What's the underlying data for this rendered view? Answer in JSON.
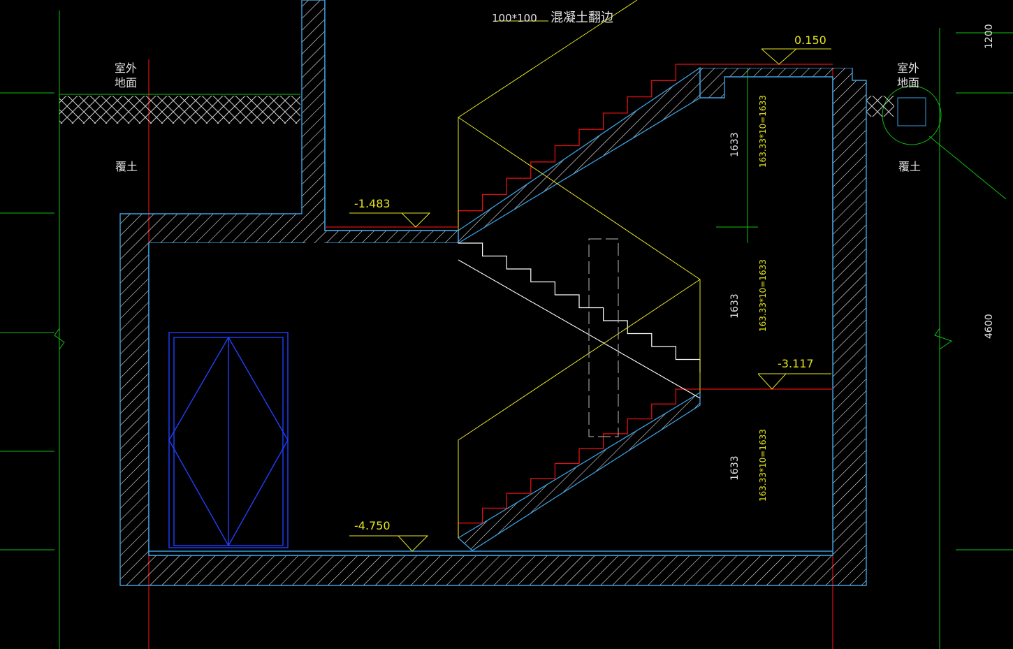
{
  "drawing": {
    "background": "#000000",
    "annotation_top": {
      "size": "100*100",
      "note": "混凝土翻边"
    },
    "left_ground": [
      "室外",
      "地面"
    ],
    "right_ground": [
      "室外",
      "地面"
    ],
    "left_soil": "覆土",
    "right_soil": "覆土",
    "elevations": {
      "top": "0.150",
      "landing_upper": "-1.483",
      "landing_mid": "-3.117",
      "floor": "-4.750"
    },
    "flight_heights": [
      "1633",
      "1633",
      "1633"
    ],
    "flight_formulas": [
      "163.33*10=1633",
      "163.33*10=1633",
      "163.33*10=1633"
    ],
    "right_dims": [
      "1200",
      "4600"
    ],
    "colors": {
      "wall": "#3aa0e0",
      "elevation": "#ffff33",
      "tread": "#ff2020",
      "grid": "#10c010",
      "text": "#e0e0e0",
      "door": "#2040ff"
    }
  }
}
